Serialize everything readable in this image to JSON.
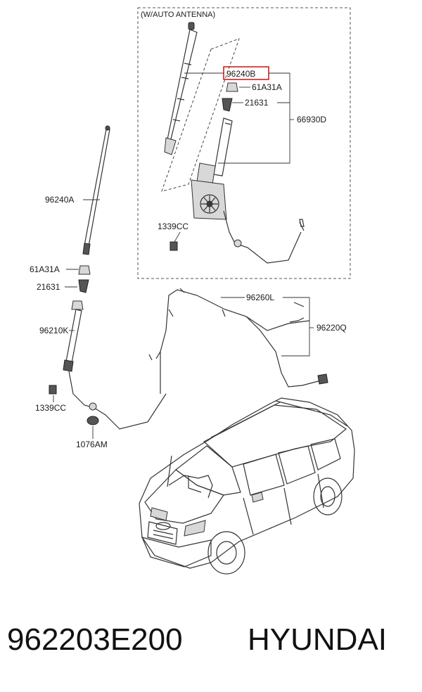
{
  "diagram": {
    "group_header": "(W/AUTO ANTENNA)",
    "highlight_color": "#cc0000",
    "labels": {
      "auto_mast": "96240B",
      "auto_nut": "61A31A",
      "auto_bezel": "21631",
      "auto_assembly": "66930D",
      "auto_bolt": "1339CC",
      "mast": "96240A",
      "nut": "61A31A",
      "bezel": "21631",
      "base": "96210K",
      "bolt": "1339CC",
      "grommet": "1076AM",
      "feeder_left": "96260L",
      "feeder_right": "96220Q"
    }
  },
  "footer": {
    "part_number": "962203E200",
    "brand": "HYUNDAI"
  }
}
